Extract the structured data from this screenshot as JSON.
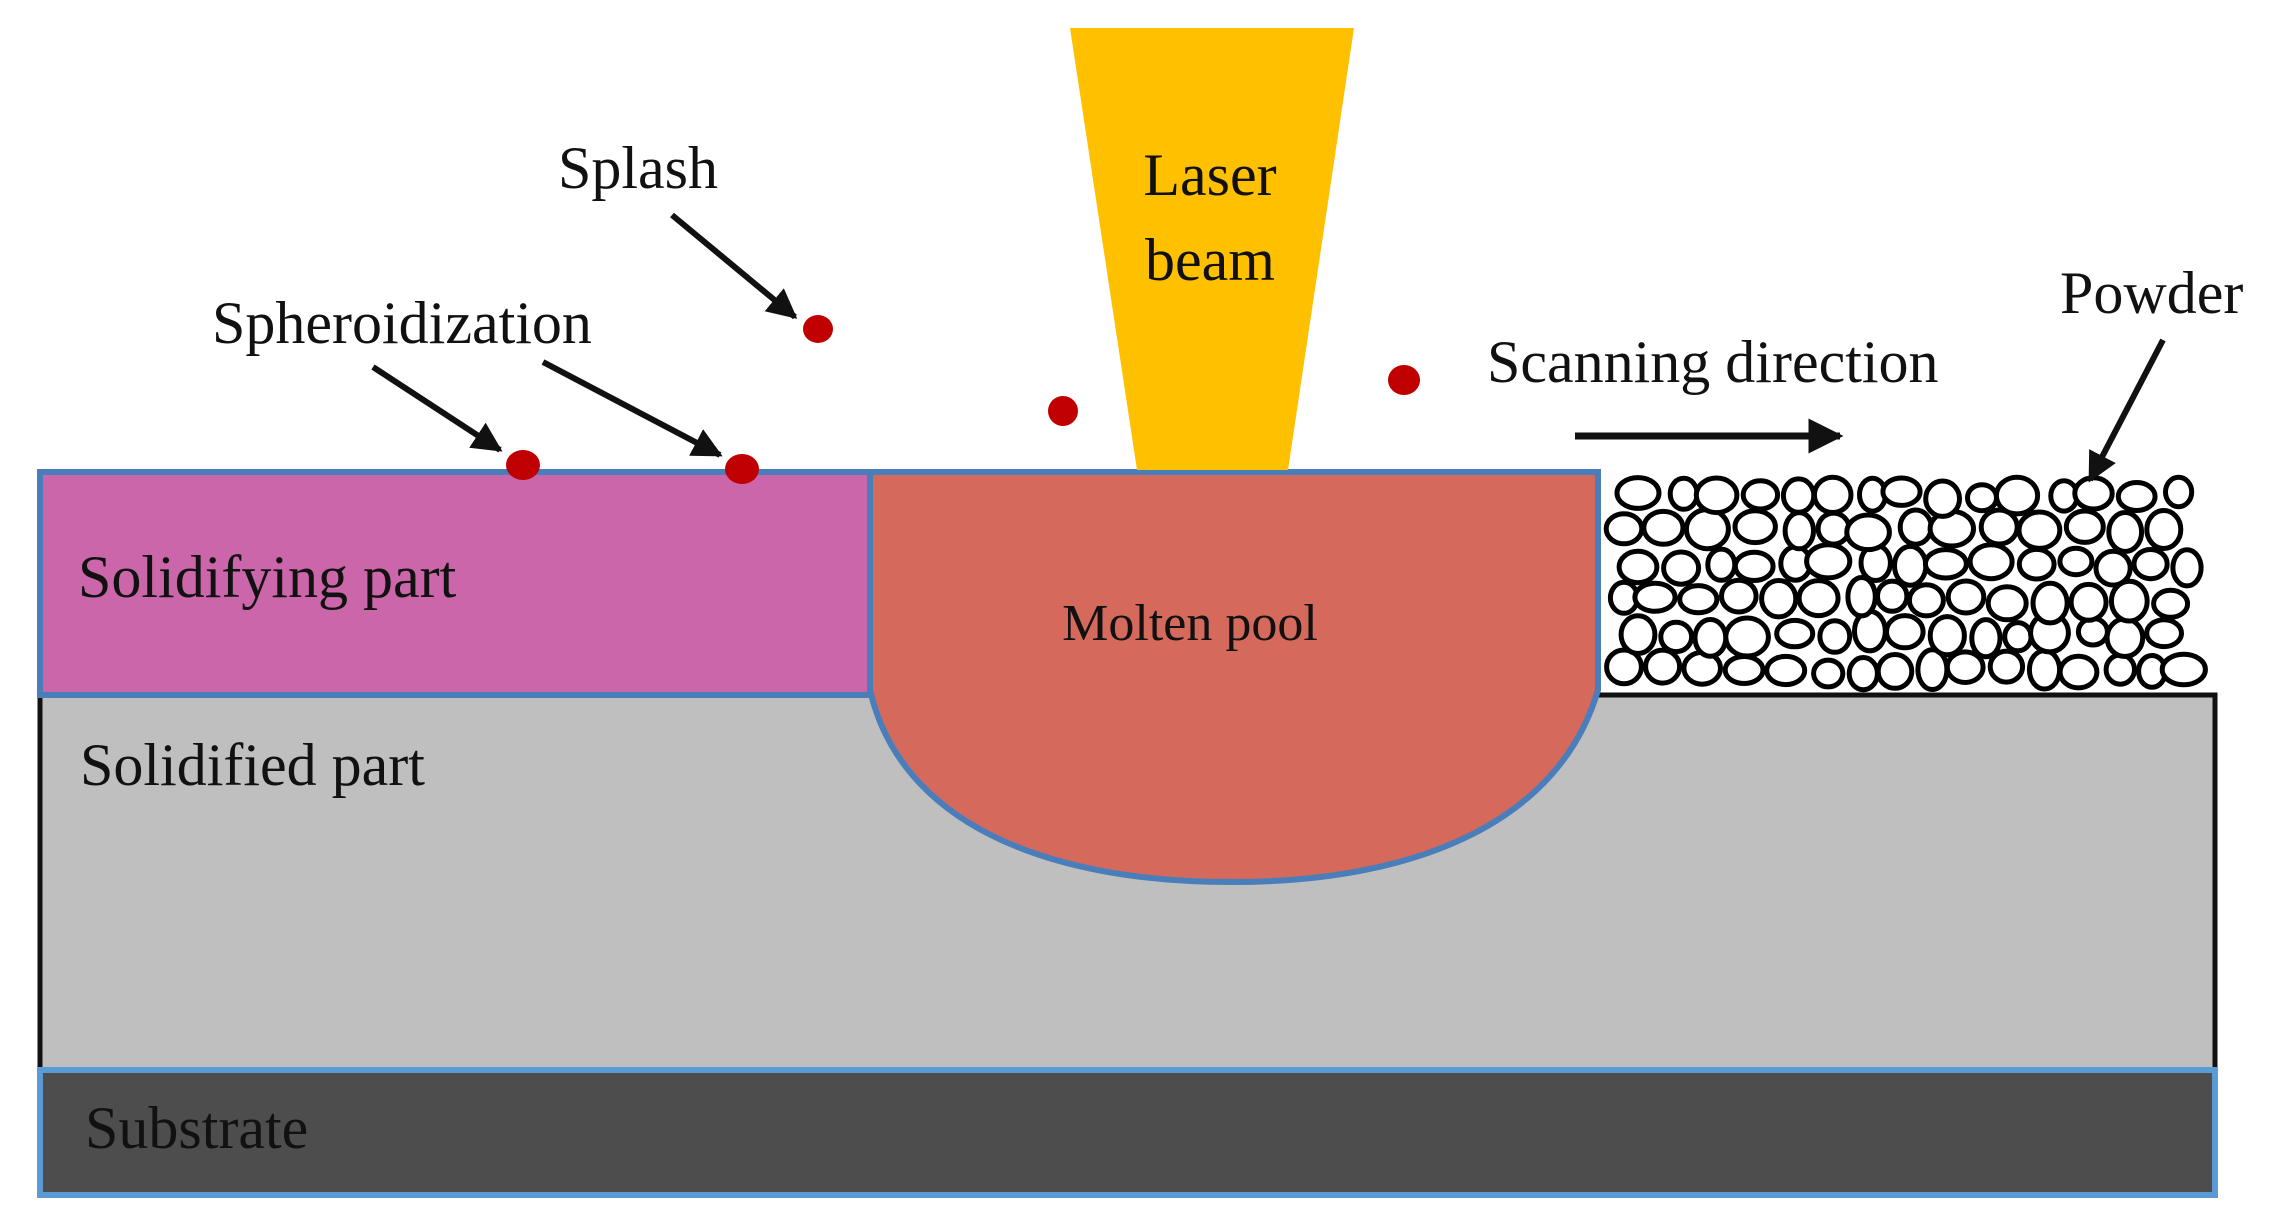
{
  "labels": {
    "laser_beam_line1": "Laser",
    "laser_beam_line2": "beam",
    "splash": "Splash",
    "spheroidization": "Spheroidization",
    "scanning_direction": "Scanning direction",
    "powder": "Powder",
    "solidifying_part": "Solidifying part",
    "molten_pool": "Molten pool",
    "solidified_part": "Solidified part",
    "substrate": "Substrate"
  },
  "colors": {
    "laser_beam": "#FFC000",
    "solidifying_part": "#CC66AA",
    "molten_pool": "#D4695C",
    "solidified_part": "#BFBFBF",
    "substrate": "#4D4D4D",
    "outline_blue": "#4A7EBB",
    "droplet": "#C00000",
    "arrow": "#111111"
  }
}
